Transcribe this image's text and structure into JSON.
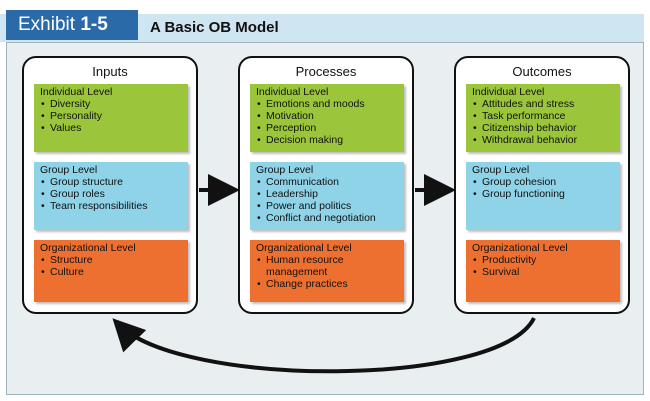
{
  "header": {
    "exhibit_word": "Exhibit",
    "exhibit_number": "1-5",
    "title": "A Basic OB Model"
  },
  "columns": [
    {
      "title": "Inputs",
      "individual": {
        "heading": "Individual Level",
        "items": [
          "Diversity",
          "Personality",
          "Values"
        ]
      },
      "group": {
        "heading": "Group Level",
        "items": [
          "Group structure",
          "Group roles",
          "Team responsibilities"
        ]
      },
      "organizational": {
        "heading": "Organizational Level",
        "items": [
          "Structure",
          "Culture"
        ]
      }
    },
    {
      "title": "Processes",
      "individual": {
        "heading": "Individual Level",
        "items": [
          "Emotions and moods",
          "Motivation",
          "Perception",
          "Decision making"
        ]
      },
      "group": {
        "heading": "Group Level",
        "items": [
          "Communication",
          "Leadership",
          "Power and politics",
          "Conflict and negotiation"
        ]
      },
      "organizational": {
        "heading": "Organizational Level",
        "items": [
          "Human resource management",
          "Change practices"
        ]
      }
    },
    {
      "title": "Outcomes",
      "individual": {
        "heading": "Individual Level",
        "items": [
          "Attitudes and stress",
          "Task performance",
          "Citizenship behavior",
          "Withdrawal behavior"
        ]
      },
      "group": {
        "heading": "Group Level",
        "items": [
          "Group cohesion",
          "Group functioning"
        ]
      },
      "organizational": {
        "heading": "Organizational Level",
        "items": [
          "Productivity",
          "Survival"
        ]
      }
    }
  ],
  "colors": {
    "individual": "#9bc63b",
    "group": "#8fd3e8",
    "organizational": "#ee7030",
    "tab": "#2a6aa8",
    "header_bar": "#cfe6f2"
  }
}
